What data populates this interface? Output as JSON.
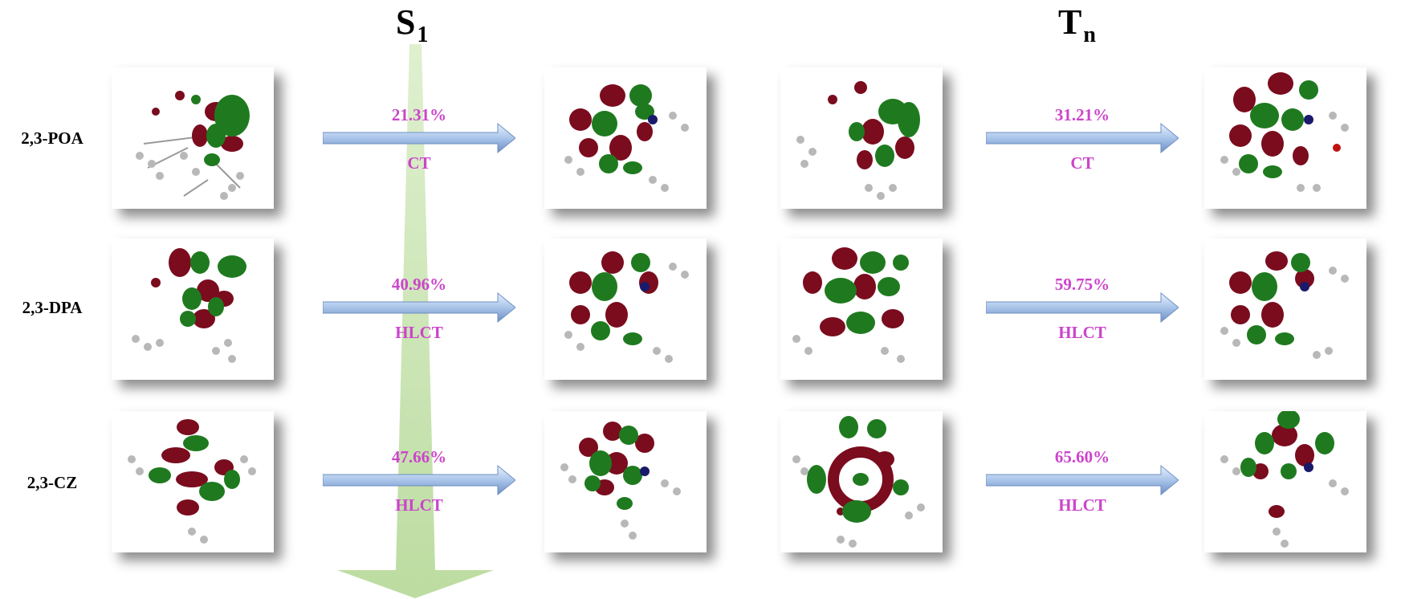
{
  "headers": {
    "s1": "S",
    "s1_sub": "1",
    "tn": "T",
    "tn_sub": "n"
  },
  "rows": [
    {
      "label": "2,3-POA",
      "s1": {
        "percent": "21.31%",
        "type": "CT"
      },
      "tn": {
        "percent": "31.21%",
        "type": "CT"
      }
    },
    {
      "label": "2,3-DPA",
      "s1": {
        "percent": "40.96%",
        "type": "HLCT"
      },
      "tn": {
        "percent": "59.75%",
        "type": "HLCT"
      }
    },
    {
      "label": "2,3-CZ",
      "s1": {
        "percent": "47.66%",
        "type": "HLCT"
      },
      "tn": {
        "percent": "65.60%",
        "type": "HLCT"
      }
    }
  ],
  "colors": {
    "orbital_positive": "#7a0c1e",
    "orbital_negative": "#1f7a1f",
    "annotation": "#cc44cc",
    "arrow_fill": "#a9c4ea",
    "big_arrow": "#c9e3b0"
  },
  "images": [
    "row1-s1-hole-orbital",
    "row1-s1-particle-orbital",
    "row1-tn-hole-orbital",
    "row1-tn-particle-orbital",
    "row2-s1-hole-orbital",
    "row2-s1-particle-orbital",
    "row2-tn-hole-orbital",
    "row2-tn-particle-orbital",
    "row3-s1-hole-orbital",
    "row3-s1-particle-orbital",
    "row3-tn-hole-orbital",
    "row3-tn-particle-orbital"
  ]
}
